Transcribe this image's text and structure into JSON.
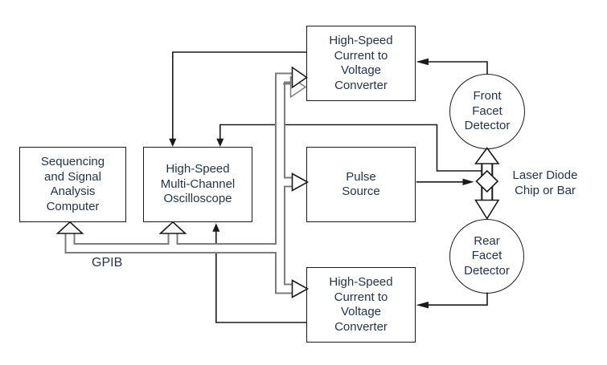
{
  "diagram": {
    "boxes": [
      {
        "id": "sequencing-computer",
        "label": "Sequencing\nand Signal\nAnalysis\nComputer"
      },
      {
        "id": "oscilloscope",
        "label": "High-Speed\nMulti-Channel\nOscilloscope"
      },
      {
        "id": "converter-top",
        "label": "High-Speed\nCurrent to\nVoltage\nConverter"
      },
      {
        "id": "pulse-source",
        "label": "Pulse\nSource"
      },
      {
        "id": "converter-bottom",
        "label": "High-Speed\nCurrent to\nVoltage\nConverter"
      }
    ],
    "circles": [
      {
        "id": "front-facet-detector",
        "label": "Front\nFacet\nDetector"
      },
      {
        "id": "rear-facet-detector",
        "label": "Rear\nFacet\nDetector"
      }
    ],
    "labels": {
      "bus": "GPIB",
      "laser_diode": "Laser Diode\nChip or Bar"
    },
    "colors": {
      "line": "#1a1a1a",
      "bus_gray": "#7c7c7c",
      "text": "#213550",
      "background": "#ffffff"
    }
  }
}
